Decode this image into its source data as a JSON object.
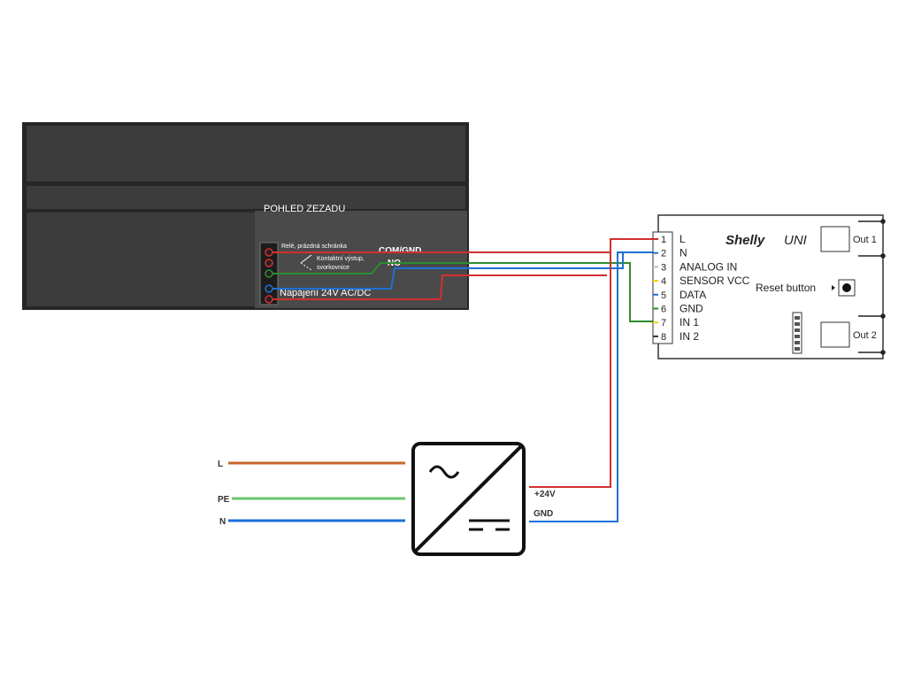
{
  "device": {
    "view_label": "POHLED ZEZADU",
    "relay_label": "Relé, prázdná schránka",
    "contact_label_line1": "Kontaktní výstup,",
    "contact_label_line2": "svorkovnice",
    "com_gnd_label": "COM/GND",
    "no_label": "NO",
    "power_label": "Napájení 24V AC/DC"
  },
  "shelly": {
    "brand": "Shelly",
    "model": "UNI",
    "reset_label": "Reset button",
    "out1_label": "Out 1",
    "out2_label": "Out 2",
    "pins": [
      {
        "num": "1",
        "name": "L",
        "color": "#d32f2f"
      },
      {
        "num": "2",
        "name": "N",
        "color": "#1e6fd9"
      },
      {
        "num": "3",
        "name": "ANALOG IN",
        "color": "#bdbdbd"
      },
      {
        "num": "4",
        "name": "SENSOR VCC",
        "color": "#f0d000"
      },
      {
        "num": "5",
        "name": "DATA",
        "color": "#1e6fd9"
      },
      {
        "num": "6",
        "name": "GND",
        "color": "#2e8b2e"
      },
      {
        "num": "7",
        "name": "IN 1",
        "color": "#f0d000"
      },
      {
        "num": "8",
        "name": "IN 2",
        "color": "#333333"
      }
    ]
  },
  "psu": {
    "in_l": "L",
    "in_pe": "PE",
    "in_n": "N",
    "out_plus": "+24V",
    "out_gnd": "GND"
  },
  "colors": {
    "housing": "#3a3a3a",
    "wire_red": "#d32f2f",
    "wire_blue": "#1e6fd9",
    "wire_green": "#2e8b2e",
    "mains_l": "#c8662a",
    "mains_pe": "#6cc46c",
    "mains_n": "#1e6fd9"
  }
}
